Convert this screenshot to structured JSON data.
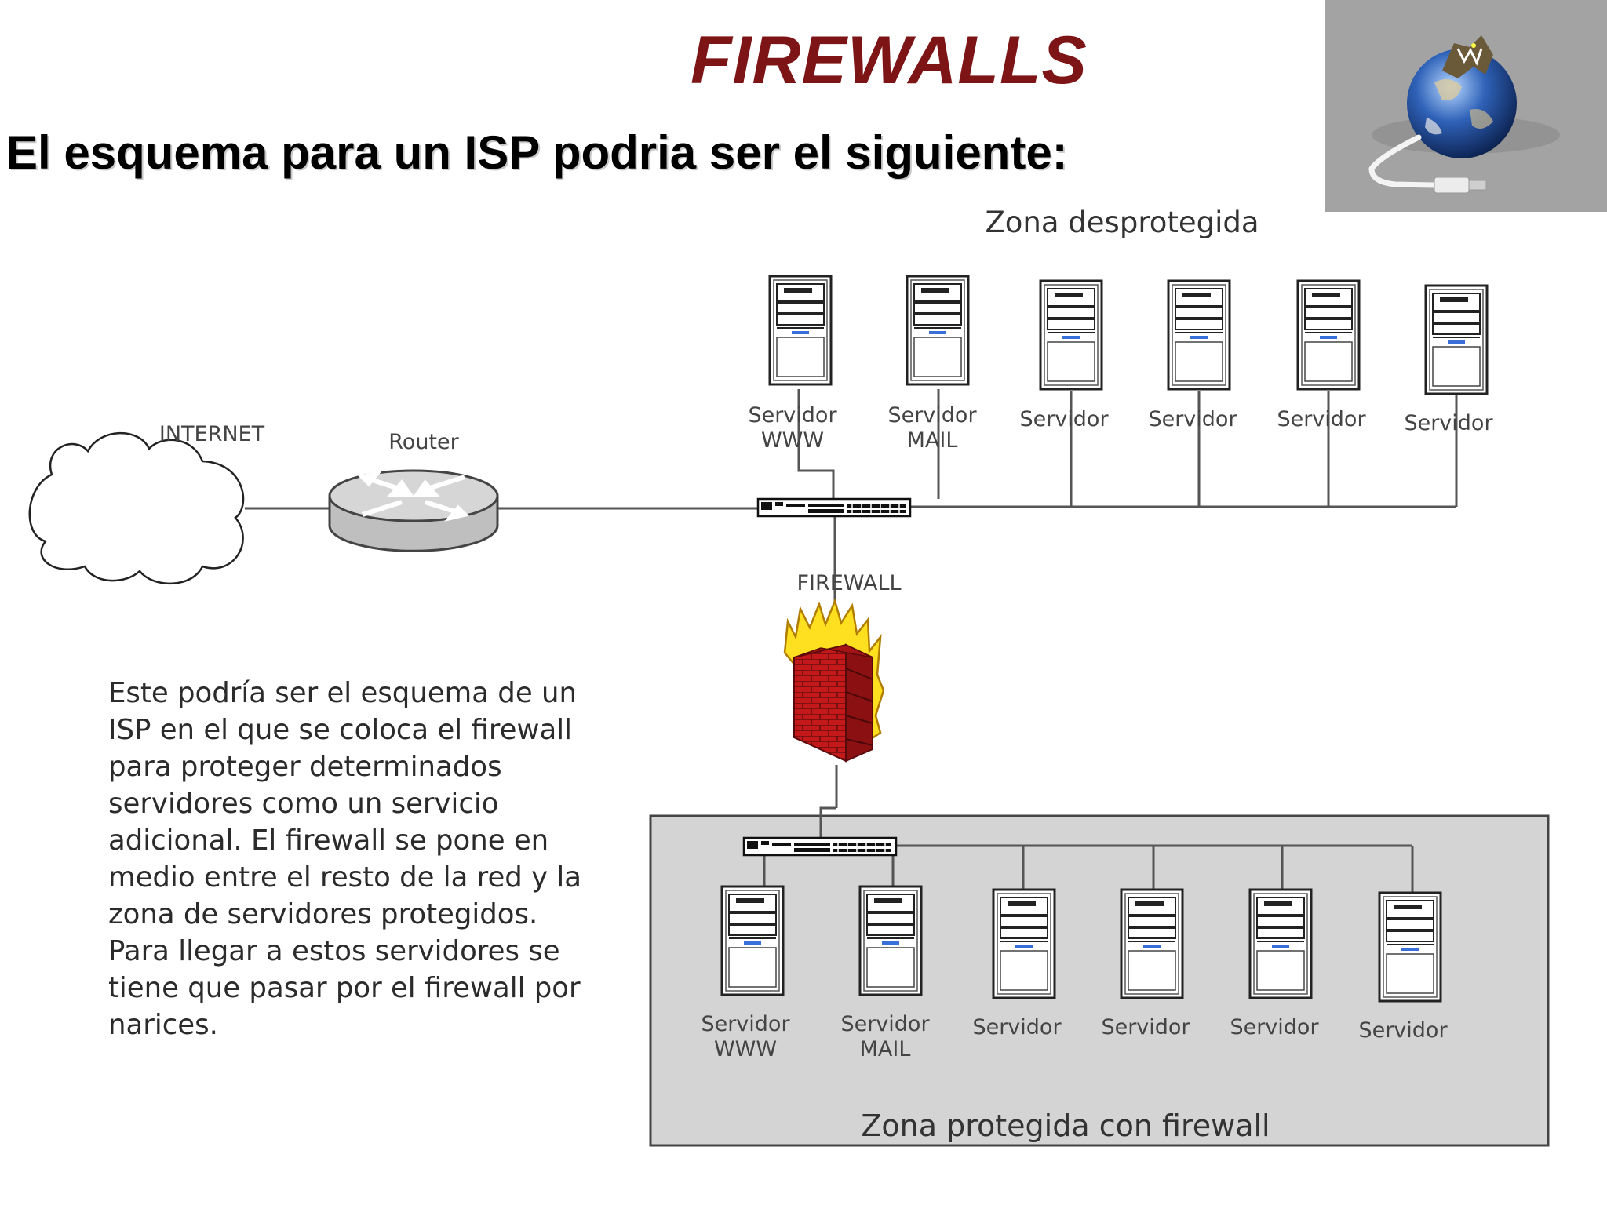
{
  "title": "FIREWALLS",
  "subtitle": "El esquema para un ISP podria ser el siguiente:",
  "description": "Este podría ser el esquema de un ISP en el que se coloca el firewall para proteger determinados servidores como un servicio adicional. El firewall se pone en medio entre el resto de la red y la zona de servidores protegidos. Para llegar a estos servidores se tiene que pasar por el firewall por narices.",
  "diagram": {
    "internet_label": "INTERNET",
    "router_label": "Router",
    "firewall_label": "FIREWALL",
    "unprotected_zone_label": "Zona desprotegida",
    "protected_zone_label": "Zona protegida con firewall",
    "unprotected_servers": [
      {
        "line1": "Servidor",
        "line2": "WWW"
      },
      {
        "line1": "Servidor",
        "line2": "MAIL"
      },
      {
        "line1": "Servidor",
        "line2": ""
      },
      {
        "line1": "Servidor",
        "line2": ""
      },
      {
        "line1": "Servidor",
        "line2": ""
      },
      {
        "line1": "Servidor",
        "line2": ""
      }
    ],
    "protected_servers": [
      {
        "line1": "Servidor",
        "line2": "WWW"
      },
      {
        "line1": "Servidor",
        "line2": "MAIL"
      },
      {
        "line1": "Servidor",
        "line2": ""
      },
      {
        "line1": "Servidor",
        "line2": ""
      },
      {
        "line1": "Servidor",
        "line2": ""
      },
      {
        "line1": "Servidor",
        "line2": ""
      }
    ]
  },
  "colors": {
    "title": "#7d1416",
    "protected_zone_fill": "#d4d4d4",
    "brick": "#c4191b",
    "flame": "#ffe020",
    "logo_bg": "#a3a3a3"
  },
  "logo_icon": "globe-with-dinosaur-and-usb-cable-icon"
}
